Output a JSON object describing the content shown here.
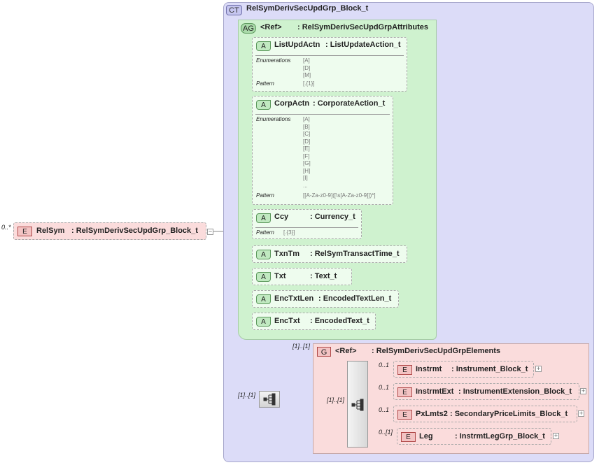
{
  "root": {
    "badge": "E",
    "name": "RelSym",
    "type": ": RelSymDerivSecUpdGrp_Block_t",
    "cardinality": "0..*",
    "collapse_symbol": "−"
  },
  "complex_type": {
    "badge": "CT",
    "name": "RelSymDerivSecUpdGrp_Block_t"
  },
  "attribute_group": {
    "badge": "AG",
    "ref": "<Ref>",
    "type": ": RelSymDerivSecUpdGrpAttributes",
    "attributes": [
      {
        "badge": "A",
        "name": "ListUpdActn",
        "type": ": ListUpdateAction_t",
        "enumerations_label": "Enumerations",
        "enumerations": [
          "[A]",
          "[D]",
          "[M]"
        ],
        "pattern_label": "Pattern",
        "pattern": "[.{1}]"
      },
      {
        "badge": "A",
        "name": "CorpActn",
        "type": ": CorporateAction_t",
        "enumerations_label": "Enumerations",
        "enumerations": [
          "[A]",
          "[B]",
          "[C]",
          "[D]",
          "[E]",
          "[F]",
          "[G]",
          "[H]",
          "[I]",
          "..."
        ],
        "pattern_label": "Pattern",
        "pattern": "[[A-Za-z0-9]([\\s[A-Za-z0-9]])*]"
      },
      {
        "badge": "A",
        "name": "Ccy",
        "type": ": Currency_t",
        "pattern_label": "Pattern",
        "pattern": "[.{3}]"
      },
      {
        "badge": "A",
        "name": "TxnTm",
        "type": ": RelSymTransactTime_t"
      },
      {
        "badge": "A",
        "name": "Txt",
        "type": ": Text_t"
      },
      {
        "badge": "A",
        "name": "EncTxtLen",
        "type": ": EncodedTextLen_t"
      },
      {
        "badge": "A",
        "name": "EncTxt",
        "type": ": EncodedText_t"
      }
    ]
  },
  "outer_sequence": {
    "cardinality": "[1]..[1]"
  },
  "group": {
    "badge": "G",
    "ref": "<Ref>",
    "type": ": RelSymDerivSecUpdGrpElements",
    "cardinality": "[1]..[1]",
    "sequence_cardinality": "[1]..[1]",
    "elements": [
      {
        "badge": "E",
        "name": "Instrmt",
        "type": ": Instrument_Block_t",
        "cardinality": "0..1",
        "expand_symbol": "+"
      },
      {
        "badge": "E",
        "name": "InstrmtExt",
        "type": ": InstrumentExtension_Block_t",
        "cardinality": "0..1",
        "expand_symbol": "+"
      },
      {
        "badge": "E",
        "name": "PxLmts2",
        "type": ": SecondaryPriceLimits_Block_t",
        "cardinality": "0..1",
        "expand_symbol": "+"
      },
      {
        "badge": "E",
        "name": "Leg",
        "type": ": InstrmtLegGrp_Block_t",
        "cardinality": "0..[1]",
        "expand_symbol": "+"
      }
    ]
  }
}
